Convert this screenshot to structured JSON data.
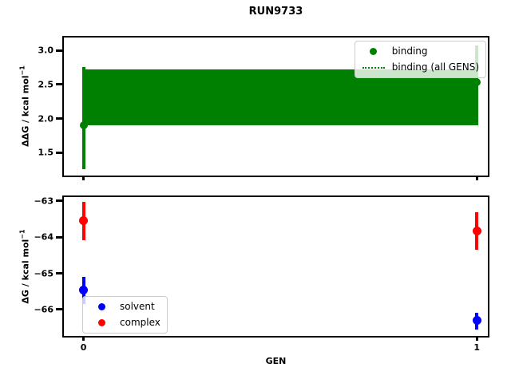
{
  "figure": {
    "title": "RUN9733",
    "background": "#ffffff"
  },
  "top_plot": {
    "ylabel_main": "ΔΔG / kcal mol",
    "ylabel_sup": "−1",
    "legend": [
      {
        "label": "binding",
        "marker": "dot",
        "color": "#008000"
      },
      {
        "label": "binding (all GENS)",
        "marker": "dotted-line",
        "color": "#008000"
      }
    ]
  },
  "bottom_plot": {
    "ylabel_main": "ΔG / kcal mol",
    "ylabel_sup": "−1",
    "legend": [
      {
        "label": "solvent",
        "marker": "dot",
        "color": "#0000ff"
      },
      {
        "label": "complex",
        "marker": "dot",
        "color": "#ff0000"
      }
    ]
  },
  "chart_data": [
    {
      "type": "scatter",
      "title": "RUN9733",
      "xlabel": "",
      "ylabel": "ΔΔG / kcal mol⁻¹",
      "xlim": [
        -0.05,
        1.028
      ],
      "ylim": [
        1.165,
        3.19
      ],
      "xticks": [
        0,
        1
      ],
      "xticklabels": [],
      "yticks": [
        1.5,
        2.0,
        2.5,
        3.0
      ],
      "yticklabels": [
        "1.5",
        "2.0",
        "2.5",
        "3.0"
      ],
      "grid": false,
      "legend_position": "upper right",
      "series": [
        {
          "key": "binding",
          "name": "binding",
          "color": "#008000",
          "marker": "o",
          "x": [
            0,
            1
          ],
          "y": [
            1.9,
            2.53
          ],
          "err_low": [
            1.26,
            1.97
          ],
          "err_high": [
            2.76,
            3.07
          ]
        },
        {
          "key": "binding-all-gens",
          "name": "binding (all GENS)",
          "color": "#008000",
          "style": "band",
          "band_low": 1.9,
          "band_high": 2.72
        }
      ]
    },
    {
      "type": "scatter",
      "title": "",
      "xlabel": "GEN",
      "ylabel": "ΔG / kcal mol⁻¹",
      "xlim": [
        -0.05,
        1.028
      ],
      "ylim": [
        -66.73,
        -62.89
      ],
      "xticks": [
        0,
        1
      ],
      "xticklabels": [
        "0",
        "1"
      ],
      "yticks": [
        -66,
        -65,
        -64,
        -63
      ],
      "yticklabels": [
        "−66",
        "−65",
        "−64",
        "−63"
      ],
      "grid": false,
      "legend_position": "lower left",
      "series": [
        {
          "key": "solvent",
          "name": "solvent",
          "color": "#0000ff",
          "marker": "o",
          "x": [
            0,
            1
          ],
          "y": [
            -65.45,
            -66.31
          ],
          "err_low": [
            -65.85,
            -66.55
          ],
          "err_high": [
            -65.1,
            -66.08
          ]
        },
        {
          "key": "complex",
          "name": "complex",
          "color": "#ff0000",
          "marker": "o",
          "x": [
            0,
            1
          ],
          "y": [
            -63.55,
            -63.82
          ],
          "err_low": [
            -64.08,
            -64.34
          ],
          "err_high": [
            -63.03,
            -63.31
          ]
        }
      ]
    }
  ]
}
